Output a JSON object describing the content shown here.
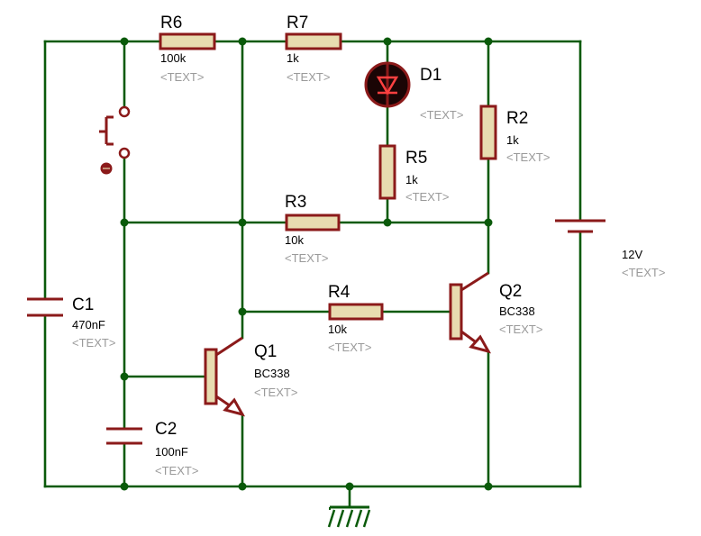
{
  "components": {
    "r6": {
      "ref": "R6",
      "value": "100k",
      "text": "<TEXT>"
    },
    "r7": {
      "ref": "R7",
      "value": "1k",
      "text": "<TEXT>"
    },
    "d1": {
      "ref": "D1",
      "text": "<TEXT>"
    },
    "r2": {
      "ref": "R2",
      "value": "1k",
      "text": "<TEXT>"
    },
    "r5": {
      "ref": "R5",
      "value": "1k",
      "text": "<TEXT>"
    },
    "r3": {
      "ref": "R3",
      "value": "10k",
      "text": "<TEXT>"
    },
    "r4": {
      "ref": "R4",
      "value": "10k",
      "text": "<TEXT>"
    },
    "c1": {
      "ref": "C1",
      "value": "470nF",
      "text": "<TEXT>"
    },
    "c2": {
      "ref": "C2",
      "value": "100nF",
      "text": "<TEXT>"
    },
    "q1": {
      "ref": "Q1",
      "value": "BC338",
      "text": "<TEXT>"
    },
    "q2": {
      "ref": "Q2",
      "value": "BC338",
      "text": "<TEXT>"
    },
    "battery": {
      "value": "12V",
      "text": "<TEXT>"
    }
  },
  "colors": {
    "wire": "#0a5a0a",
    "component": "#8b1a1a",
    "resistor_body": "#e8dcb0",
    "placeholder_text": "#9a9a9a"
  },
  "icons": {
    "switch": "push-button-switch-icon",
    "led": "led-icon",
    "ground": "ground-icon",
    "battery": "battery-icon"
  }
}
